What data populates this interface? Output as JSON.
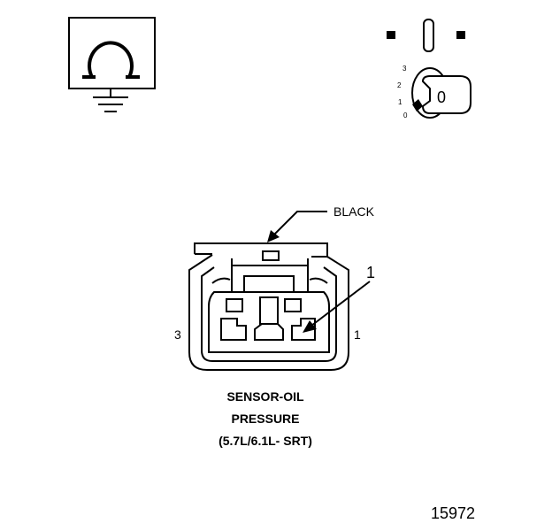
{
  "meter": {
    "symbol": "Ω"
  },
  "ignition": {
    "positions": [
      "3",
      "2",
      "1",
      "0"
    ],
    "key_label": "0"
  },
  "connector": {
    "color_label": "BLACK",
    "callout": "1",
    "pin_left": "3",
    "pin_right": "1",
    "caption_line1": "SENSOR-OIL",
    "caption_line2": "PRESSURE",
    "caption_line3": "(5.7L/6.1L- SRT)"
  },
  "figure_number": "15972"
}
